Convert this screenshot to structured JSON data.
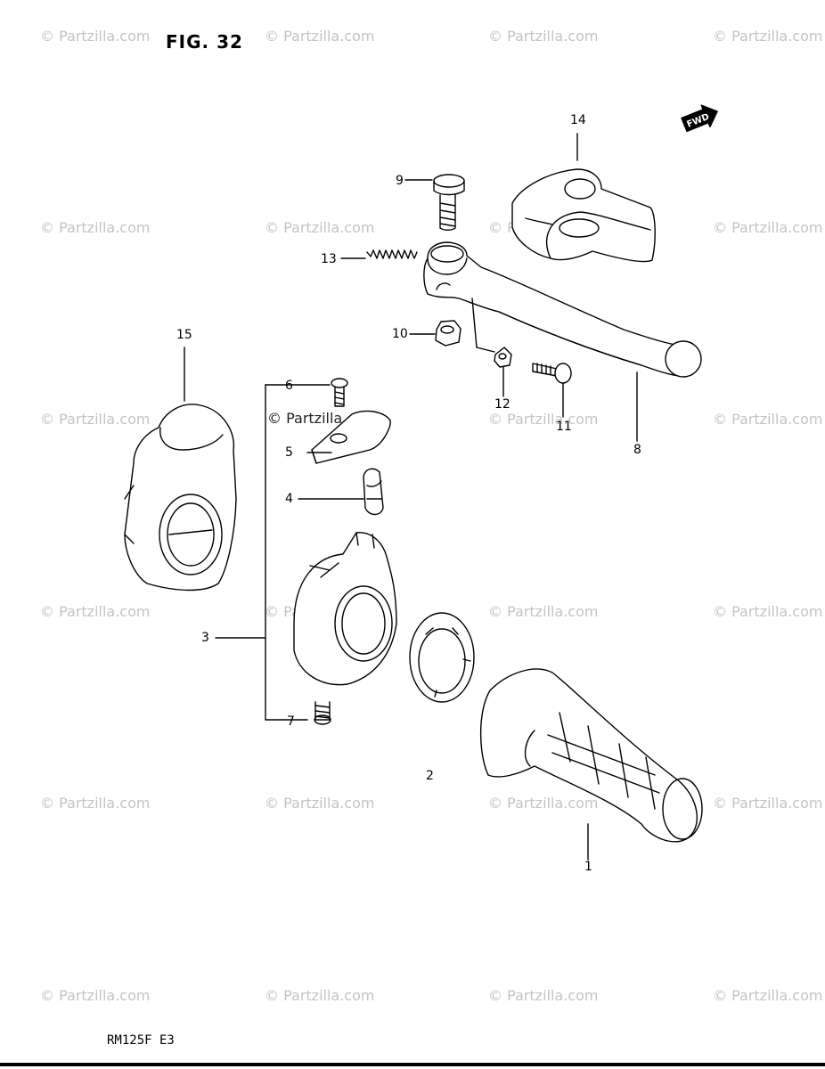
{
  "figure": {
    "title": "FIG. 32",
    "model_code": "RM125F E3"
  },
  "watermark": {
    "text": "© Partzilla.com"
  },
  "fwd_badge": "FWD",
  "callouts": [
    {
      "number": "1"
    },
    {
      "number": "2"
    },
    {
      "number": "3"
    },
    {
      "number": "4"
    },
    {
      "number": "5"
    },
    {
      "number": "6"
    },
    {
      "number": "7"
    },
    {
      "number": "8"
    },
    {
      "number": "9"
    },
    {
      "number": "10"
    },
    {
      "number": "11"
    },
    {
      "number": "12"
    },
    {
      "number": "13"
    },
    {
      "number": "14"
    },
    {
      "number": "15"
    }
  ],
  "colors": {
    "ink": "#000000",
    "watermark": "#c4c4c4",
    "background": "#ffffff"
  }
}
